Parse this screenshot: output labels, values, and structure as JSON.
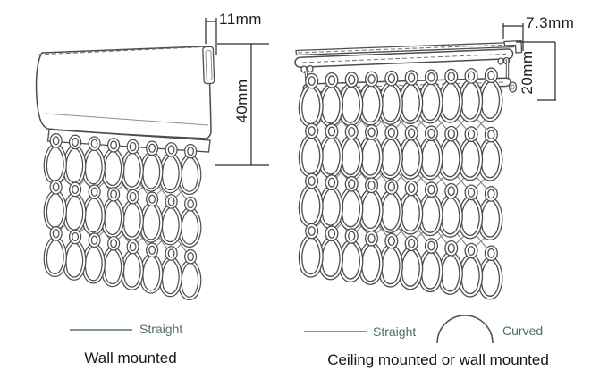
{
  "left_diagram": {
    "caption": "Wall mounted",
    "dimensions": {
      "width": "11mm",
      "height": "40mm"
    },
    "legend": {
      "straight": "Straight"
    }
  },
  "right_diagram": {
    "caption": "Ceiling mounted or wall mounted",
    "dimensions": {
      "width": "7.3mm",
      "height": "20mm"
    },
    "legend": {
      "straight": "Straight",
      "curved": "Curved"
    }
  },
  "colors": {
    "legend_text": "#4e7065",
    "legend_line": "#53756a",
    "arc": "#47584f",
    "line_art": "#4d4d4d",
    "dimension": "#2a2a2a",
    "background": "#ffffff"
  }
}
